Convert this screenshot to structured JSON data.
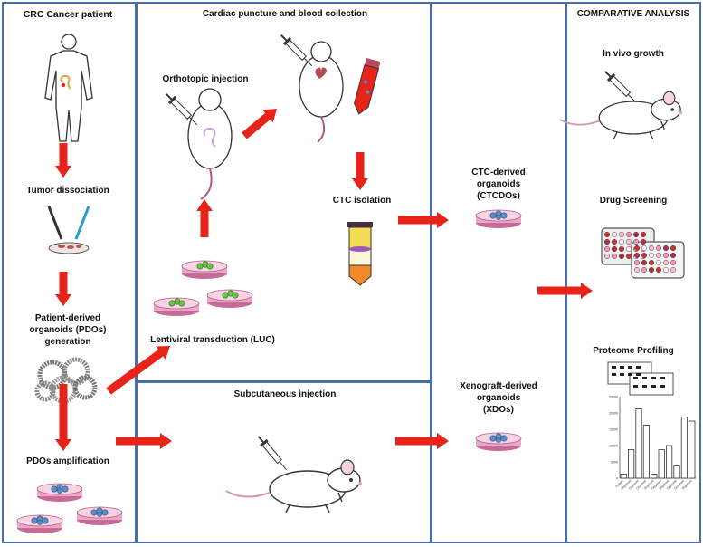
{
  "panels": {
    "patient": {
      "title": "CRC Cancer patient",
      "step_dissociation": "Tumor dissociation",
      "step_pdo_line1": "Patient-derived",
      "step_pdo_line2": "organoids (PDOs)",
      "step_pdo_line3": "generation",
      "step_amplification": "PDOs amplification"
    },
    "cardiac": {
      "title": "Cardiac puncture and blood collection",
      "orthotopic": "Orthotopic injection",
      "ctc_isolation": "CTC isolation",
      "lentiviral": "Lentiviral transduction (LUC)"
    },
    "subcutaneous": {
      "title": "Subcutaneous injection"
    },
    "derived": {
      "ctcdo_line1": "CTC-derived",
      "ctcdo_line2": "organoids",
      "ctcdo_line3": "(CTCDOs)",
      "xdo_line1": "Xenograft-derived",
      "xdo_line2": "organoids",
      "xdo_line3": "(XDOs)"
    },
    "comparative": {
      "title": "COMPARATIVE ANALYSIS",
      "in_vivo": "In vivo growth",
      "drug_screening": "Drug Screening",
      "proteome": "Proteome Profiling"
    }
  },
  "proteome_chart": {
    "y_ticks": [
      "25000",
      "20000",
      "15000",
      "10000",
      "5000",
      "0"
    ],
    "bars": [
      0.05,
      0.35,
      0.85,
      0.65,
      0.05,
      0.35,
      0.4,
      0.15,
      0.75,
      0.7
    ],
    "x_labels": [
      "Patient",
      "Organoid",
      "Organoid",
      "Organoid",
      "Organoid",
      "Organoid",
      "Organoid",
      "Organoid",
      "Organoid",
      "Organoid"
    ]
  },
  "colors": {
    "panel_border": "#4a6fa5",
    "arrow": "#e8231a",
    "dish_pink": "#e9a8c9",
    "organoid_blue": "#5b8fc6"
  }
}
